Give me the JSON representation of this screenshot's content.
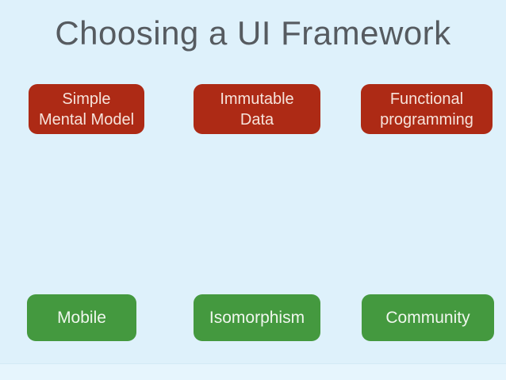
{
  "slide": {
    "title": "Choosing a UI Framework",
    "colors": {
      "background": "#def1fb",
      "background_below": "#e6f5fd",
      "title_text": "#565b60",
      "card_red": "#ad2a15",
      "card_red_text": "#f6e3db",
      "card_green": "#44993f",
      "card_green_text": "#f0f7ee"
    }
  },
  "cards": {
    "top": [
      {
        "label": "Simple\nMental Model"
      },
      {
        "label": "Immutable\nData"
      },
      {
        "label": "Functional\nprogramming"
      }
    ],
    "bottom": [
      {
        "label": "Mobile"
      },
      {
        "label": "Isomorphism"
      },
      {
        "label": "Community"
      }
    ]
  }
}
